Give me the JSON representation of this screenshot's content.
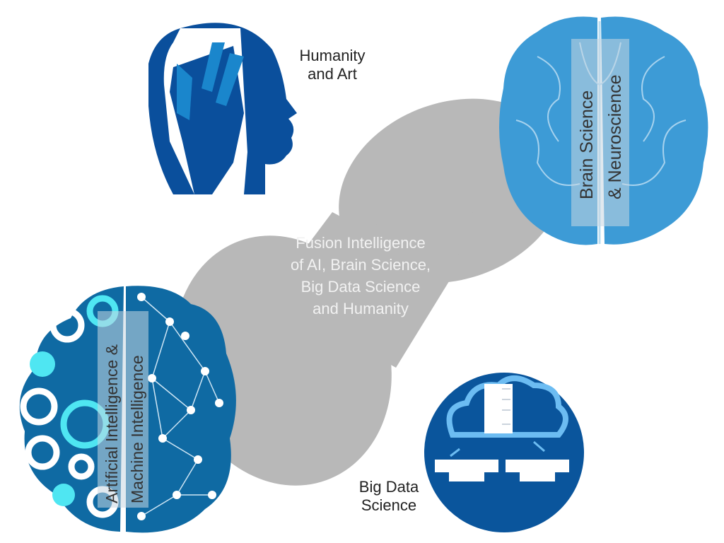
{
  "center": {
    "lines": [
      "Fusion Intelligence",
      "of AI, Brain Science,",
      "Big Data Science",
      "and Humanity"
    ]
  },
  "humanity": {
    "lines": [
      "Humanity",
      "and Art"
    ]
  },
  "brain": {
    "lines": [
      "Brain Science",
      "& Neuroscience"
    ]
  },
  "bigdata": {
    "lines": [
      "Big Data",
      "Science"
    ]
  },
  "ai": {
    "lines": [
      "Artificial Intelligence &",
      "Machine Intelligence"
    ]
  },
  "colors": {
    "swirl": "#b4b4b4",
    "head": "#0a4f9c",
    "brain": "#3d9bd6",
    "cloud_circle": "#0a559c",
    "ai_brain": "#0f6aa3",
    "gear_accent": "#4fe6f2"
  }
}
